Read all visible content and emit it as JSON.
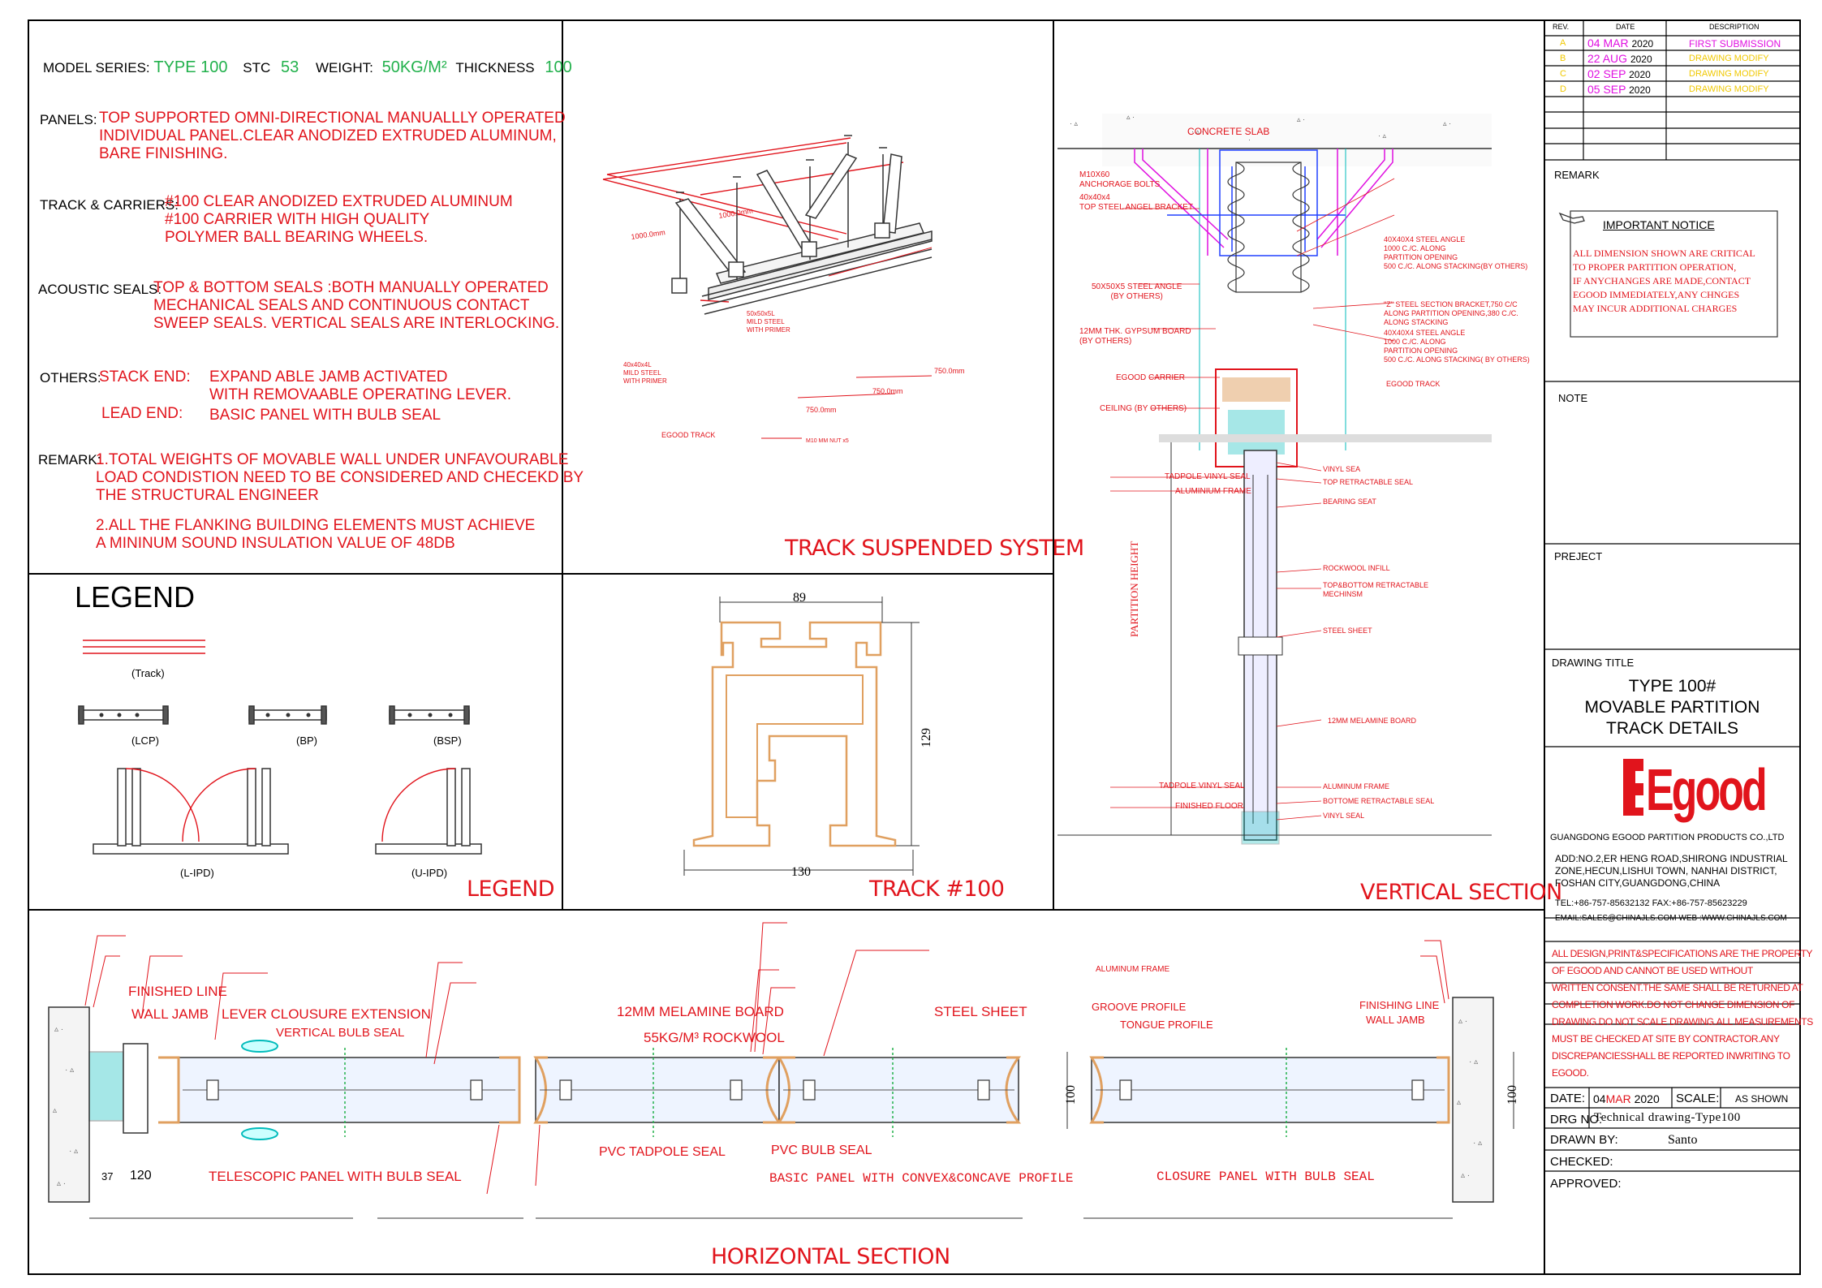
{
  "spec": {
    "model_label": "MODEL SERIES:",
    "model_value": "TYPE 100",
    "stc_label": "STC",
    "stc_value": "53",
    "weight_label": "WEIGHT:",
    "weight_value": "50KG/M²",
    "thickness_label": "THICKNESS",
    "thickness_value": "100",
    "panels_label": "PANELS:",
    "panels_text": "TOP SUPPORTED OMNI-DIRECTIONAL MANUALLLY OPERATED\nINDIVIDUAL PANEL.CLEAR ANODIZED EXTRUDED ALUMINUM,\nBARE FINISHING.",
    "track_label": "TRACK & CARRIERS:",
    "track_text": "#100 CLEAR ANODIZED EXTRUDED ALUMINUM\n#100 CARRIER WITH  HIGH QUALITY\n POLYMER  BALL BEARING WHEELS.",
    "acoustic_label": "ACOUSTIC SEALS:",
    "acoustic_text": "TOP & BOTTOM SEALS :BOTH MANUALLY OPERATED\nMECHANICAL SEALS AND CONTINUOUS CONTACT\nSWEEP SEALS. VERTICAL SEALS ARE INTERLOCKING.",
    "others_label": "OTHERS:",
    "stack_label": "STACK END:",
    "stack_text": "EXPAND ABLE JAMB ACTIVATED\nWITH REMOVAABLE OPERATING LEVER.",
    "lead_label": "LEAD END:",
    "lead_text": "BASIC PANEL WITH BULB SEAL",
    "remark_label": "REMARK:",
    "remark1": "1.TOTAL WEIGHTS OF MOVABLE WALL UNDER UNFAVOURABLE\n LOAD CONDISTION NEED TO BE CONSIDERED AND CHECEKD BY\n THE STRUCTURAL ENGINEER",
    "remark2": "2.ALL THE FLANKING BUILDING ELEMENTS MUST ACHIEVE\n A MININUM SOUND INSULATION VALUE OF 48DB"
  },
  "track_system": {
    "title": "TRACK SUSPENDED SYSTEM",
    "dim1": "1000.0mm",
    "dim2": "1000.0mm",
    "dim3": "750.0mm",
    "dim4": "750.0mm",
    "dim5": "750.0mm",
    "note_steel1": "50x50x5L\nMILD STEEL\nWITH PRIMER",
    "note_steel2": "40x40x4L\nMILD STEEL\nWITH PRIMER",
    "note_track": "EGOOD TRACK",
    "note_nut": "M10 MM NUT x5"
  },
  "legend": {
    "heading": "LEGEND",
    "title": "LEGEND",
    "track": "(Track)",
    "lcp": "(LCP)",
    "bp": "(BP)",
    "bsp": "(BSP)",
    "lipd": "(L-IPD)",
    "uipd": "(U-IPD)"
  },
  "track100": {
    "title": "TRACK  #100",
    "dim_top": "89",
    "dim_side": "129",
    "dim_bottom": "130"
  },
  "vertical": {
    "title": "VERTICAL  SECTION",
    "slab": "CONCRETE SLAB",
    "anchor": "M10X60\nANCHORAGE BOLTS",
    "bracket": "40x40x4\nTOP STEEL ANGEL BRACKET",
    "angle50": "50X50X5 STEEL ANGLE\n(BY OTHERS)",
    "gypsum": "12MM THK. GYPSUM BOARD\n(BY OTHERS)",
    "carrier": "EGOOD  CARRIER",
    "ceiling": "CEILING (BY OTHERS)",
    "tadpole_top": "TADPOLE VINYL SEAL",
    "alu_frame_l": "ALUMINIUM FRAME",
    "partition_height": "PARTITION HEIGHT",
    "tadpole_bot": "TADPOLE VINYL SEAL",
    "finished_floor": "FINISHED FLOOR",
    "r_angle1": "40X40X4 STEEL ANGLE\n1000 C./C. ALONG\nPARTITION OPENING\n500 C./C. ALONG STACKING(BY OTHERS)",
    "r_zsteel": "\"Z\" STEEL SECTION BRACKET,750 C/C\n ALONG  PARTITION OPENING,380 C./C.\nALONG STACKING",
    "r_angle2": "40X40X4 STEEL ANGLE\n1000 C./C. ALONG\nPARTITION OPENING\n500 C./C. ALONG STACKING( BY OTHERS)",
    "r_track": "EGOOD  TRACK",
    "r_vinyl": "VINYL SEA",
    "r_topseal": "TOP RETRACTABLE SEAL",
    "r_bearing": "BEARING SEAT",
    "r_rockwool": "ROCKWOOL INFILL",
    "r_topbottom": "TOP&BOTTOM RETRACTABLE\nMECHINSM",
    "r_steel": "STEEL SHEET",
    "r_melamine": "12MM MELAMINE BOARD",
    "r_aluframe": "ALUMINUM FRAME",
    "r_bottomseal": "BOTTOME RETRACTABLE SEAL",
    "r_vinyl2": "VINYL SEAL"
  },
  "horizontal": {
    "title": "HORIZONTAL  SECTION",
    "finished_line": "FINISHED LINE",
    "wall_jamb": "WALL JAMB",
    "lever": "LEVER CLOUSURE EXTENSION",
    "vbulb": "VERTICAL BULB SEAL",
    "melamine": "12MM MELAMINE BOARD",
    "rockwool": "55KG/M³ ROCKWOOL",
    "steel": "STEEL SHEET",
    "alu": "ALUMINUM FRAME",
    "groove": "GROOVE PROFILE",
    "tongue": "TONGUE PROFILE",
    "finishing_line": "FINISHING LINE",
    "wall_jamb_r": "WALL JAMB",
    "tadpole": "PVC TADPOLE SEAL",
    "bulb": "PVC BULB SEAL",
    "telescopic": "TELESCOPIC PANEL WITH BULB SEAL",
    "basic": "BASIC PANEL WITH CONVEX&CONCAVE PROFILE",
    "closure": "CLOSURE PANEL WITH BULB SEAL",
    "dim37": "37",
    "dim120": "120",
    "dim100a": "100",
    "dim100b": "100"
  },
  "titleblock": {
    "rev_h": "REV.",
    "date_h": "DATE",
    "desc_h": "DESCRIPTION",
    "revisions": [
      {
        "rev": "A",
        "day": "04",
        "mon": "MAR",
        "year": "2020",
        "desc": "FIRST SUBMISSION"
      },
      {
        "rev": "B",
        "day": "22",
        "mon": "AUG",
        "year": "2020",
        "desc": "DRAWING MODIFY"
      },
      {
        "rev": "C",
        "day": "02",
        "mon": "SEP",
        "year": "2020",
        "desc": "DRAWING MODIFY"
      },
      {
        "rev": "D",
        "day": "05",
        "mon": "SEP",
        "year": "2020",
        "desc": "DRAWING MODIFY"
      }
    ],
    "remark": "REMARK",
    "notice_title": "IMPORTANT NOTICE",
    "notice_text": "ALL DIMENSION SHOWN ARE CRITICAL\nTO PROPER PARTITION OPERATION,\nIF ANYCHANGES ARE MADE,CONTACT\n EGOOD IMMEDIATELY,ANY CHNGES\n MAY INCUR ADDITIONAL CHARGES",
    "note": "NOTE",
    "project": "PREJECT",
    "drawing_title_label": "DRAWING TITLE",
    "title1": "TYPE 100#",
    "title2": "MOVABLE PARTITION",
    "title3": "TRACK DETAILS",
    "logo": "Egood",
    "company": "GUANGDONG EGOOD PARTITION PRODUCTS CO.,LTD",
    "address": "ADD:NO.2,ER HENG ROAD,SHIRONG INDUSTRIAL\nZONE,HECUN,LISHUI TOWN, NANHAI DISTRICT,\nFOSHAN CITY,GUANGDONG,CHINA",
    "tel": "TEL:+86-757-85632132 FAX:+86-757-85623229",
    "email": "EMAIL:SALES@CHINAJLS.COM  WEB :WWW.CHINAJLS.COM",
    "property": "ALL DESIGN,PRINT&SPECIFICATIONS ARE THE PROPERTY\nOF EGOOD AND CANNOT BE USED WITHOUT\nWRITTEN CONSENT.THE SAME SHALL BE RETURNED AT\nCOMPLETION WORK.DO NOT CHANGE DIMENSION OF\nDRAWING.DO NOT SCALE DRAWING.ALL MEASUREMENTS\nMUST BE CHECKED AT SITE BY CONTRACTOR.ANY\nDISCREPANCIESSHALL BE REPORTED INWRITING TO\nEGOOD.",
    "date_label": "DATE:",
    "date_day": "04",
    "date_mon": "MAR",
    "date_year": "2020",
    "scale_label": "SCALE:",
    "scale_value": "AS SHOWN",
    "drg_label": "DRG NO:",
    "drg_value": "Technical drawing-Type100",
    "drawn_label": "DRAWN BY:",
    "drawn_value": "Santo",
    "checked_label": "CHECKED:",
    "approved_label": "APPROVED:"
  }
}
